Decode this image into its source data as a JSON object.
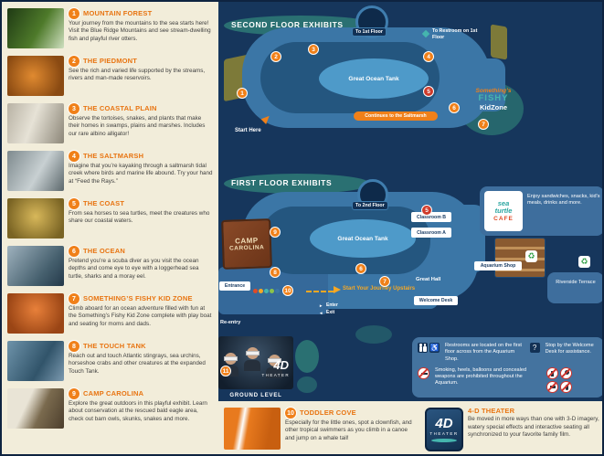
{
  "colors": {
    "accent_orange": "#f08019",
    "navy": "#16365c",
    "map_blue": "#3b76a6",
    "teal": "#45b5ae",
    "cream": "#f2edda",
    "marker_red": "#cf3a2a"
  },
  "sidebar": {
    "items": [
      {
        "num": "1",
        "title": "MOUNTAIN FOREST",
        "desc": "Your journey from the mountains to the sea starts here! Visit the Blue Ridge Mountains and see stream-dwelling fish and playful river otters."
      },
      {
        "num": "2",
        "title": "THE PIEDMONT",
        "desc": "See the rich and varied life supported by the streams, rivers and man-made reservoirs."
      },
      {
        "num": "3",
        "title": "THE COASTAL PLAIN",
        "desc": "Observe the tortoises, snakes, and plants that make their homes in swamps, plains and marshes. Includes our rare albino alligator!"
      },
      {
        "num": "4",
        "title": "THE SALTMARSH",
        "desc": "Imagine that you’re kayaking through a saltmarsh tidal creek where birds and marine life abound. Try your hand at “Feed the Rays.”"
      },
      {
        "num": "5",
        "title": "THE COAST",
        "desc": "From sea horses to sea turtles, meet the creatures who share our coastal waters."
      },
      {
        "num": "6",
        "title": "THE OCEAN",
        "desc": "Pretend you’re a scuba diver as you visit the ocean depths and come eye to eye with a loggerhead sea turtle, sharks and a moray eel."
      },
      {
        "num": "7",
        "title": "SOMETHING’S FISHY KID ZONE",
        "desc": "Climb aboard for an ocean adventure filled with fun at the Something’s Fishy Kid Zone complete with play boat and seating for moms and dads."
      },
      {
        "num": "8",
        "title": "THE TOUCH TANK",
        "desc": "Reach out and touch Atlantic stingrays, sea urchins, horseshoe crabs and other creatures at the expanded Touch Tank."
      },
      {
        "num": "9",
        "title": "CAMP CAROLINA",
        "desc": "Explore the great outdoors in this playful exhibit. Learn about conservation at the rescued bald eagle area, check out barn owls, skunks, snakes and more."
      }
    ]
  },
  "second_floor": {
    "title": "SECOND FLOOR EXHIBITS",
    "to_first_floor": "To 1st Floor",
    "restroom_note": "To Restroom on 1st Floor",
    "tank_label": "Great Ocean Tank",
    "saltmarsh_banner": "Continues to the Saltmarsh",
    "start_here": "Start Here",
    "kidzone_logo": {
      "line1": "Something’s",
      "line2": "FISHY",
      "line3": "KidZone"
    },
    "markers": [
      {
        "n": "1"
      },
      {
        "n": "2"
      },
      {
        "n": "3"
      },
      {
        "n": "4"
      },
      {
        "n": "5",
        "color": "red"
      },
      {
        "n": "6"
      },
      {
        "n": "7"
      }
    ]
  },
  "first_floor": {
    "title": "FIRST FLOOR EXHIBITS",
    "to_second_floor": "To 2nd Floor",
    "cafe": {
      "word1": "sea",
      "word2": "turtle",
      "word3": "CAFE",
      "desc": "Enjoy sandwiches, snacks, kid’s meals, drinks and more."
    },
    "camp_sign": {
      "line1": "CAMP",
      "line2": "CAROLINA"
    },
    "tank_label": "Great Ocean Tank",
    "classroom_b": "Classroom B",
    "classroom_a": "Classroom A",
    "great_hall": "Great Hall",
    "welcome_desk": "Welcome Desk",
    "aquarium_shop": "Aquarium Shop",
    "riverside_terrace": "Riverside Terrace",
    "start_journey": "Start Your Journey Upstairs",
    "entrance": "Entrance",
    "enter": "Enter",
    "exit": "Exit",
    "reentry": "Re-entry",
    "markers": [
      {
        "n": "5",
        "color": "red"
      },
      {
        "n": "6"
      },
      {
        "n": "7"
      },
      {
        "n": "8"
      },
      {
        "n": "9"
      },
      {
        "n": "10"
      }
    ]
  },
  "ground_level": {
    "label": "GROUND LEVEL",
    "marker": "11",
    "photo_title": "4D",
    "photo_subtitle": "THEATER"
  },
  "info_panel": {
    "restrooms": "Restrooms are located on the first floor across from the Aquarium Shop.",
    "assistance": "Stop by the Welcome Desk for assistance.",
    "prohibited": "Smoking, heels, balloons and concealed weapons are prohibited throughout the Aquarium."
  },
  "bottom": {
    "toddler": {
      "num": "10",
      "title": "TODDLER COVE",
      "desc": "Especially for the little ones, spot a clownfish, and other tropical swimmers as you climb in a canoe and jump on a whale tail!"
    },
    "theater": {
      "title": "4-D THEATER",
      "desc": "Be moved in more ways than one with 3-D imagery, watery special effects and interactive seating all synchronized to your favorite family film.",
      "logo_main": "4D",
      "logo_sub": "THEATER"
    }
  }
}
